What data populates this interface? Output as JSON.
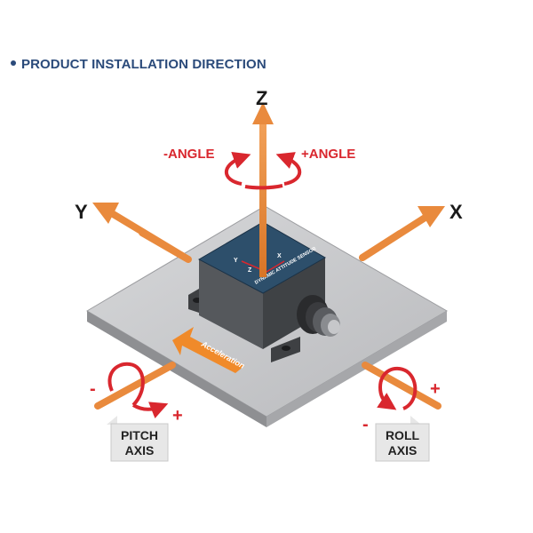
{
  "heading": "PRODUCT INSTALLATION DIRECTION",
  "axes": {
    "z": "Z",
    "y": "Y",
    "x": "X"
  },
  "angle_labels": {
    "negative": "-ANGLE",
    "positive": "+ANGLE"
  },
  "acceleration": "Acceleration",
  "sensor": {
    "label": "DYNAMIC ATTITUDE SENSOR",
    "mini_y": "Y",
    "mini_z": "Z",
    "mini_x": "X"
  },
  "pitch": {
    "line1": "PITCH",
    "line2": "AXIS",
    "minus": "-",
    "plus": "+"
  },
  "roll": {
    "line1": "ROLL",
    "line2": "AXIS",
    "minus": "-",
    "plus": "+"
  },
  "colors": {
    "arrow": "#e98a3d",
    "rotation": "#d9272e",
    "heading": "#2a4a7a",
    "plate": "#c9cacc",
    "sensor_body": "#4a4c4f",
    "sensor_top": "#2d4f6b"
  }
}
